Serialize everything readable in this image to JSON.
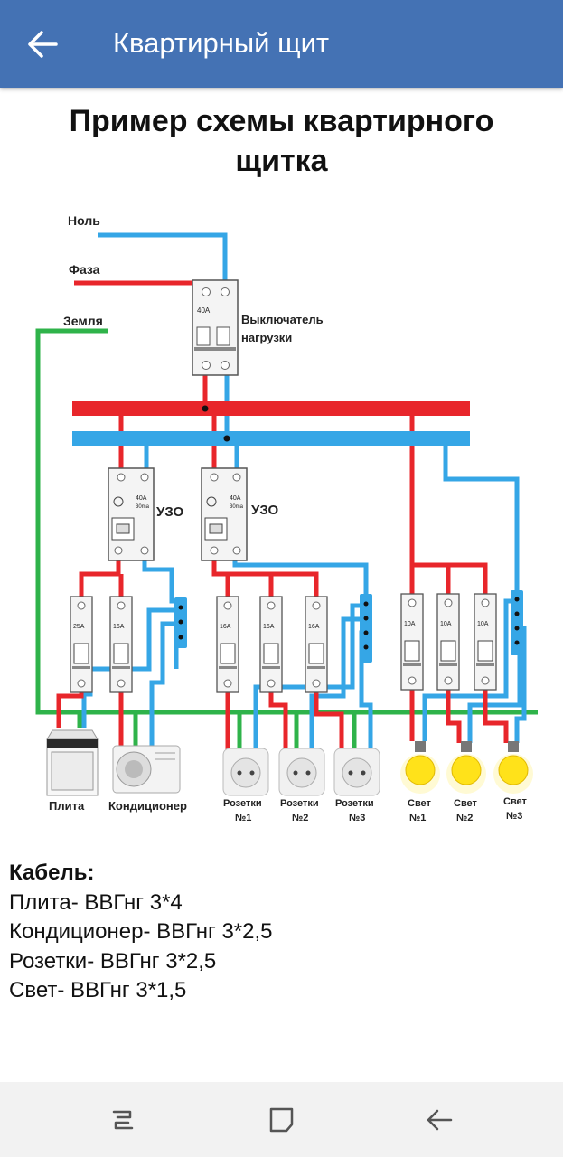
{
  "appbar": {
    "title": "Квартирный щит",
    "back_icon": "arrow-left-icon"
  },
  "heading": {
    "line1": "Пример схемы квартирного",
    "line2": "щитка"
  },
  "diagram": {
    "inputs": {
      "neutral": "Ноль",
      "phase": "Фаза",
      "ground": "Земля"
    },
    "main_switch": {
      "rating": "40A",
      "label_line1": "Выключатель",
      "label_line2": "нагрузки"
    },
    "rcds": [
      {
        "rating": "40A",
        "sub": "30ma",
        "label": "УЗО"
      },
      {
        "rating": "40A",
        "sub": "30ma",
        "label": "УЗО"
      }
    ],
    "breakers": [
      "25A",
      "16A",
      "16A",
      "16A",
      "16A",
      "10A",
      "10A",
      "10A"
    ],
    "loads": {
      "stove": "Плита",
      "conditioner": "Кондиционер",
      "sockets": [
        {
          "line1": "Розетки",
          "line2": "№1"
        },
        {
          "line1": "Розетки",
          "line2": "№2"
        },
        {
          "line1": "Розетки",
          "line2": "№3"
        }
      ],
      "lights": [
        {
          "line1": "Свет",
          "line2": "№1"
        },
        {
          "line1": "Свет",
          "line2": "№2"
        },
        {
          "line1": "Свет",
          "line2": "№3"
        }
      ]
    },
    "colors": {
      "phase": "#e8262b",
      "neutral": "#35a6e6",
      "ground": "#2fb34a"
    }
  },
  "cable": {
    "heading": "Кабель:",
    "lines": [
      "Плита- ВВГнг 3*4",
      "Кондиционер- ВВГнг 3*2,5",
      "Розетки- ВВГнг 3*2,5",
      "Свет- ВВГнг 3*1,5"
    ]
  },
  "navbar": {
    "recents_icon": "recent-apps-icon",
    "home_icon": "home-icon",
    "back_icon": "back-icon"
  }
}
